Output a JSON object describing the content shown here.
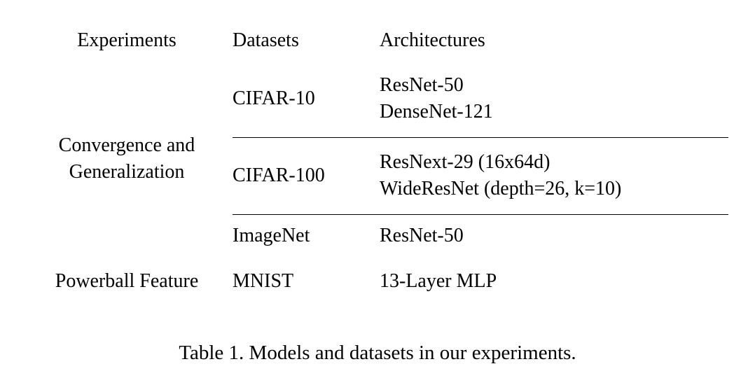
{
  "table": {
    "columns": [
      "Experiments",
      "Datasets",
      "Architectures"
    ],
    "groups": [
      {
        "experiment": "Convergence and Generalization",
        "experiment_lines": [
          "Convergence and",
          "Generalization"
        ],
        "rows": [
          {
            "dataset": "CIFAR-10",
            "architectures": [
              "ResNet-50",
              "DenseNet-121"
            ]
          },
          {
            "dataset": "CIFAR-100",
            "architectures": [
              "ResNext-29 (16x64d)",
              "WideResNet (depth=26, k=10)"
            ]
          },
          {
            "dataset": "ImageNet",
            "architectures": [
              "ResNet-50"
            ]
          }
        ]
      },
      {
        "experiment": "Powerball Feature",
        "experiment_lines": [
          "Powerball Feature"
        ],
        "rows": [
          {
            "dataset": "MNIST",
            "architectures": [
              "13-Layer MLP"
            ]
          }
        ]
      }
    ]
  },
  "caption": "Table 1. Models and datasets in our experiments.",
  "colors": {
    "background": "#ffffff",
    "text": "#000000",
    "rule": "#000000"
  }
}
